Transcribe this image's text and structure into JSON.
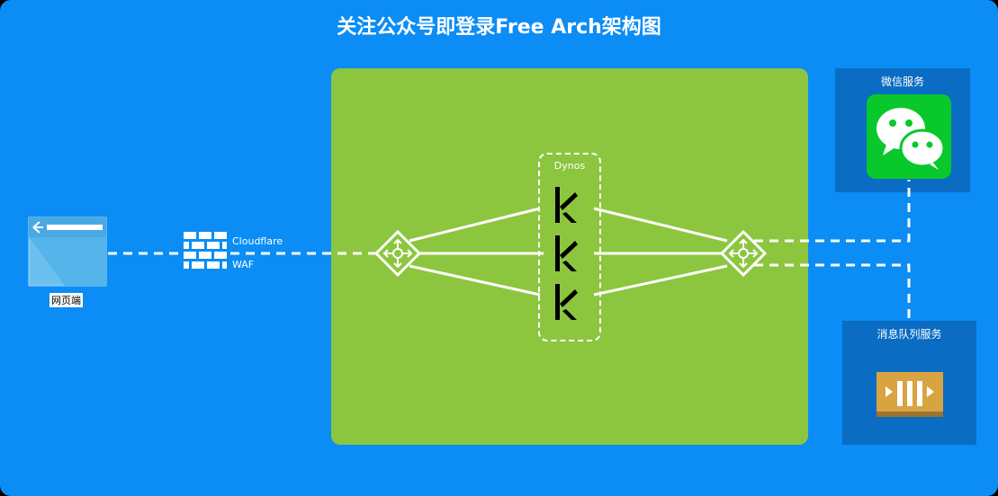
{
  "title": "关注公众号即登录Free Arch架构图",
  "nodes": {
    "web_client": {
      "label": "网页端",
      "icon": "browser-window-icon"
    },
    "firewall": {
      "label_line1": "Cloudflare",
      "label_line2": "WAF",
      "icon": "firewall-icon"
    },
    "load_balancer_in": {
      "icon": "load-balancer-icon"
    },
    "dynos": {
      "label": "Dynos",
      "icon": "heroku-dyno-icon",
      "count": 3
    },
    "load_balancer_out": {
      "icon": "load-balancer-icon"
    },
    "wechat": {
      "label": "微信服务",
      "icon": "wechat-icon"
    },
    "mq": {
      "label": "消息队列服务",
      "icon": "message-queue-icon"
    }
  },
  "colors": {
    "background": "#0b8df5",
    "app_container": "#8cc63f",
    "service_box": "#0a6cc2",
    "wechat_green": "#09c82b",
    "queue_gold": "#d8a441",
    "line": "#ffffff"
  }
}
